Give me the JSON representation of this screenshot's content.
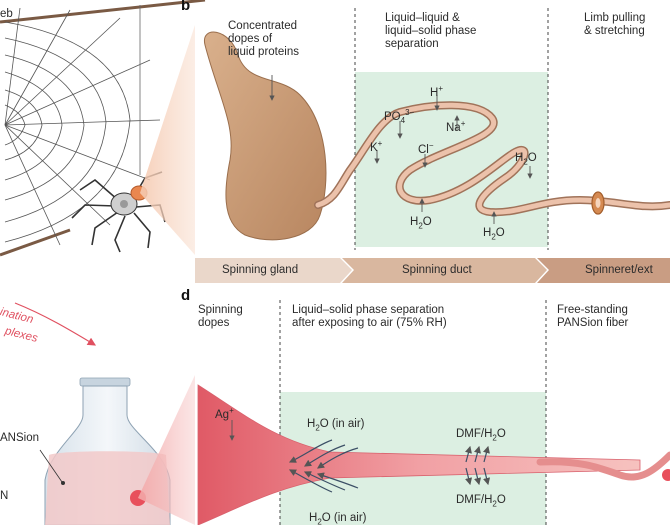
{
  "panel_b": {
    "letter": "b",
    "stage_headers": {
      "gland": "Concentrated\ndopes of\nliquid proteins",
      "duct": "Liquid–liquid &\nliquid–solid phase\nseparation",
      "spinneret": "Limb pulling\n& stretching"
    },
    "ions": {
      "h": "H",
      "po4": "PO",
      "na": "Na",
      "k": "K",
      "cl": "Cl",
      "h2o": "H2O"
    },
    "bar": [
      "Spinning gland",
      "Spinning duct",
      "Spinneret/ext"
    ]
  },
  "panel_a": {
    "web_label": "eb"
  },
  "panel_c": {
    "arrow_text_1": "ination",
    "arrow_text_2": "plexes",
    "label_pansion": "ANSion",
    "label_n": "N"
  },
  "panel_d": {
    "letter": "d",
    "headers": {
      "dopes": "Spinning\ndopes",
      "separation": "Liquid–solid phase separation\nafter exposing to air (75% RH)",
      "fiber": "Free-standing\nPANSion fiber"
    },
    "ag": "Ag",
    "h2o_air": "H2O (in air)",
    "dmf_h2o": "DMF/H2O"
  },
  "colors": {
    "green_zone": "#dcefe2",
    "fiber": "#e8b49a",
    "gland": "#c99a78",
    "bar": "#c79a80",
    "cone": "#e8707a"
  }
}
